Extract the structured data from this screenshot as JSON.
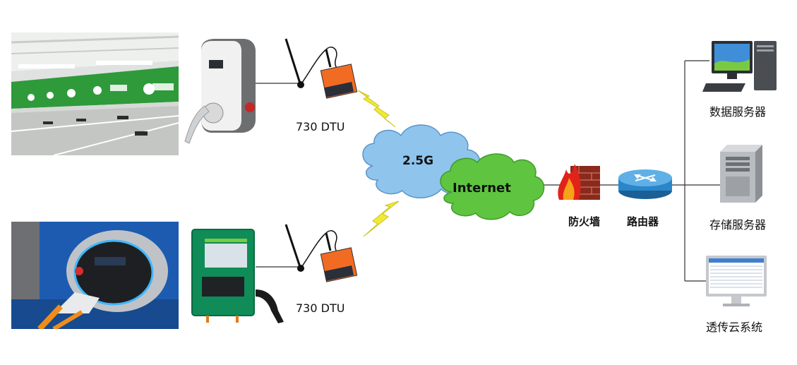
{
  "dtu_top": {
    "label": "730 DTU"
  },
  "dtu_bottom": {
    "label": "730 DTU"
  },
  "cloud_25g": {
    "label": "2.5G"
  },
  "cloud_internet": {
    "label": "Internet"
  },
  "firewall": {
    "label": "防火墙",
    "icon": "firewall-icon"
  },
  "router": {
    "label": "路由器",
    "icon": "router-icon"
  },
  "servers": [
    {
      "label": "数据服务器",
      "icon": "desktop-computer-icon"
    },
    {
      "label": "存储服务器",
      "icon": "tower-server-icon"
    },
    {
      "label": "透传云系统",
      "icon": "monitor-software-icon"
    }
  ],
  "colors": {
    "cloud_blue": "#8fc4ec",
    "cloud_green": "#5fc540",
    "lightning": "#f2e936",
    "parking_wall_green": "#2e9a3a",
    "dtu_orange": "#f26b22"
  }
}
